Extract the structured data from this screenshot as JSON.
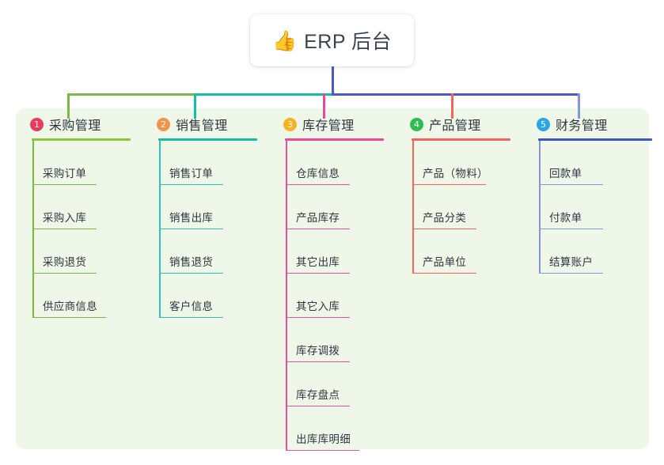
{
  "root": {
    "emoji": "👍",
    "emoji_name": "thumbs-up-icon",
    "title": "ERP 后台"
  },
  "theme": {
    "page_background": "#ffffff",
    "panel_background": "#eef7e8",
    "card_background": "#ffffff",
    "text_color": "#2f3640",
    "stem_color": "#4a58c8"
  },
  "bus": {
    "segments": [
      {
        "name": "bus-green",
        "color": "#7cb843"
      },
      {
        "name": "bus-teal",
        "color": "#15bfa5"
      },
      {
        "name": "bus-blue",
        "color": "#4a58c8"
      }
    ]
  },
  "columns": [
    {
      "index": "1",
      "badge_color": "#ea3b5c",
      "line_color": "#7cb843",
      "rule_color": "#8cc63f",
      "drop_color": "#7cb843",
      "title": "采购管理",
      "items": [
        {
          "label": "采购订单"
        },
        {
          "label": "采购入库"
        },
        {
          "label": "采购退货"
        },
        {
          "label": "供应商信息"
        }
      ]
    },
    {
      "index": "2",
      "badge_color": "#f2944a",
      "line_color": "#2ec4b0",
      "rule_color": "#15bfa5",
      "drop_color": "#15bfa5",
      "title": "销售管理",
      "items": [
        {
          "label": "销售订单"
        },
        {
          "label": "销售出库"
        },
        {
          "label": "销售退货"
        },
        {
          "label": "客户信息"
        }
      ]
    },
    {
      "index": "3",
      "badge_color": "#f5b324",
      "line_color": "#e7509a",
      "rule_color": "#ec4899",
      "drop_color": "#ec4899",
      "title": "库存管理",
      "items": [
        {
          "label": "仓库信息"
        },
        {
          "label": "产品库存"
        },
        {
          "label": "其它出库"
        },
        {
          "label": "其它入库"
        },
        {
          "label": "库存调拨"
        },
        {
          "label": "库存盘点"
        },
        {
          "label": "出库库明细"
        }
      ]
    },
    {
      "index": "4",
      "badge_color": "#2fbd52",
      "line_color": "#f4645c",
      "rule_color": "#f4645c",
      "drop_color": "#f4645c",
      "title": "产品管理",
      "items": [
        {
          "label": "产品（物料）"
        },
        {
          "label": "产品分类"
        },
        {
          "label": "产品单位"
        }
      ]
    },
    {
      "index": "5",
      "badge_color": "#2ba5e8",
      "line_color": "#7f96e0",
      "rule_color": "#3f56c4",
      "drop_color": "#7f96e0",
      "title": "财务管理",
      "items": [
        {
          "label": "回款单"
        },
        {
          "label": "付款单"
        },
        {
          "label": "结算账户"
        }
      ]
    }
  ]
}
